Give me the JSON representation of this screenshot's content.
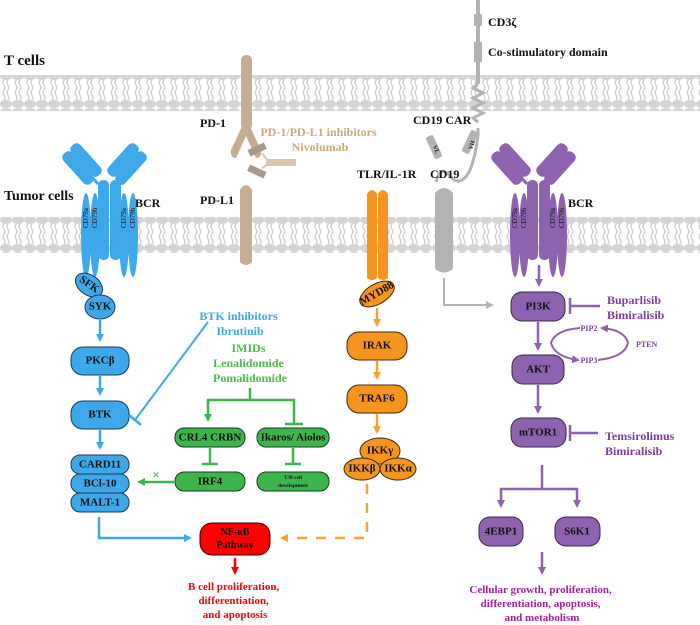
{
  "title": "T cell and tumor cell signaling pathways",
  "colors": {
    "blue": "#3da8ea",
    "blue_dark": "#1b74b8",
    "tan": "#c4ad90",
    "tan_light": "#d9c7ad",
    "tan_dark": "#a8998a",
    "orange": "#f7941d",
    "grey": "#b3b3b3",
    "purple": "#8e62ae",
    "purple_text": "#7b3fa1",
    "magenta_text": "#a0219a",
    "green": "#3cb54a",
    "green_text": "#4cba4c",
    "red": "#ff0000",
    "membrane": "#d4d4d4"
  },
  "labels": {
    "t_cells": "T cells",
    "tumor_cells": "Tumor cells",
    "pd1": "PD-1",
    "pdl1": "PD-L1",
    "pd_inhibitors_1": "PD-1/PD-L1 inhibitors",
    "pd_inhibitors_2": "Nivolumab",
    "cd3z": "CD3ζ",
    "costim": "Co-stimulatory domain",
    "cd19car": "CD19 CAR",
    "vl": "VL",
    "vh": "VH",
    "tlr": "TLR/IL-1R",
    "cd19": "CD19",
    "bcr_left": "BCR",
    "bcr_right": "BCR",
    "cd79a": "CD79a",
    "cd79b": "CD79b"
  },
  "bcr_pathway": {
    "sfk": "SFK",
    "syk": "SYK",
    "pkcb": "PKCβ",
    "btk": "BTK",
    "card11": "CARD11",
    "bcl10": "BCl-10",
    "malt1": "MALT-1",
    "btk_inhibitors_1": "BTK inhibitors",
    "btk_inhibitors_2": "Ibrutinib"
  },
  "imid_pathway": {
    "title_1": "IMIDs",
    "title_2": "Lenalidomide",
    "title_3": "Pomalidomide",
    "crl4": "CRL4 CRBN",
    "ikaros": "Ikaros/ Aiolos",
    "irf4": "IRF4",
    "tb_1": "T/B cell",
    "tb_2": "development",
    "x_mark": "×"
  },
  "tlr_pathway": {
    "myd88": "MYD88",
    "irak": "IRAK",
    "traf6": "TRAF6",
    "ikkg": "IKKγ",
    "ikkb": "IKKβ",
    "ikka": "IKKα"
  },
  "nfkb": {
    "line1": "NF-κB",
    "line2": "Pathway",
    "outcome_1": "B cell proliferation,",
    "outcome_2": "differentiation,",
    "outcome_3": "and apoptosis"
  },
  "pi3k_pathway": {
    "pi3k": "PI3K",
    "akt": "AKT",
    "mtor1": "mTOR1",
    "ebp1": "4EBP1",
    "s6k1": "S6K1",
    "pip2": "PIP2",
    "pip3": "PIP3",
    "pten": "PTEN",
    "pi3k_inh_1": "Buparlisib",
    "pi3k_inh_2": "Bimiralisib",
    "mtor_inh_1": "Temsirolimus",
    "mtor_inh_2": "Bimiralisib",
    "outcome_1": "Cellular growth, proliferation,",
    "outcome_2": "differentiation, apoptosis,",
    "outcome_3": "and metabolism"
  }
}
